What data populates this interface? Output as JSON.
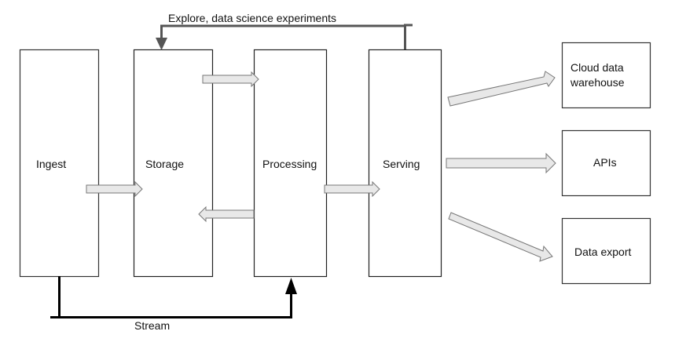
{
  "diagram": {
    "stages": [
      {
        "id": "ingest",
        "label": "Ingest"
      },
      {
        "id": "storage",
        "label": "Storage"
      },
      {
        "id": "processing",
        "label": "Processing"
      },
      {
        "id": "serving",
        "label": "Serving"
      }
    ],
    "outputs": [
      {
        "id": "cloud-data-warehouse",
        "label": "Cloud data warehouse",
        "lines": [
          "Cloud data",
          "warehouse"
        ]
      },
      {
        "id": "apis",
        "label": "APIs"
      },
      {
        "id": "data-export",
        "label": "Data export"
      }
    ],
    "connections": [
      {
        "from": "ingest",
        "to": "storage",
        "style": "block-arrow"
      },
      {
        "from": "storage",
        "to": "processing",
        "style": "block-arrow"
      },
      {
        "from": "processing",
        "to": "storage",
        "style": "block-arrow"
      },
      {
        "from": "processing",
        "to": "serving",
        "style": "block-arrow"
      },
      {
        "from": "serving",
        "to": "cloud-data-warehouse",
        "style": "block-arrow"
      },
      {
        "from": "serving",
        "to": "apis",
        "style": "block-arrow"
      },
      {
        "from": "serving",
        "to": "data-export",
        "style": "block-arrow"
      },
      {
        "from": "serving",
        "to": "storage",
        "style": "line-arrow",
        "label": "Explore, data science experiments"
      },
      {
        "from": "ingest",
        "to": "processing",
        "style": "line-arrow",
        "label": "Stream"
      }
    ],
    "labels": {
      "explore": "Explore, data science experiments",
      "stream": "Stream"
    },
    "colors": {
      "box_stroke": "#333333",
      "arrow_fill": "#e8e8e8",
      "arrow_stroke": "#777777",
      "explore_line": "#555555",
      "stream_line": "#000000"
    }
  }
}
